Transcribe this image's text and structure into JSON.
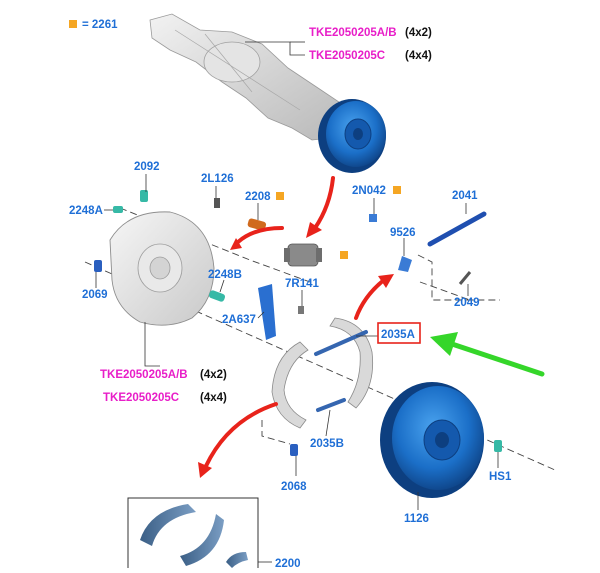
{
  "legend": {
    "marker_color": "#f5a623",
    "text": "= 2261"
  },
  "axle_refs": [
    {
      "code": "TKE2050205A/B",
      "variant": "(4x2)"
    },
    {
      "code": "TKE2050205C",
      "variant": "(4x4)"
    }
  ],
  "plate_refs": [
    {
      "code": "TKE2050205A/B",
      "variant": "(4x2)"
    },
    {
      "code": "TKE2050205C",
      "variant": "(4x4)"
    }
  ],
  "parts": {
    "p2092": "2092",
    "p2L126": "2L126",
    "p2208": "2208",
    "p2N042": "2N042",
    "p2041": "2041",
    "p2248A": "2248A",
    "p9526": "9526",
    "p2248B": "2248B",
    "p2069": "2069",
    "p7R141": "7R141",
    "p2049": "2049",
    "p2A637": "2A637",
    "p2035A": "2035A",
    "p2035B": "2035B",
    "p2068": "2068",
    "pHS1": "HS1",
    "p1126": "1126",
    "p2200": "2200"
  },
  "colors": {
    "part_number": "#1f6fd6",
    "reference": "#e81ec8",
    "arrow_red": "#e8231b",
    "arrow_green": "#35d62a",
    "highlight_box": "#e8231b",
    "drum_blue": "#1b6fc8"
  }
}
